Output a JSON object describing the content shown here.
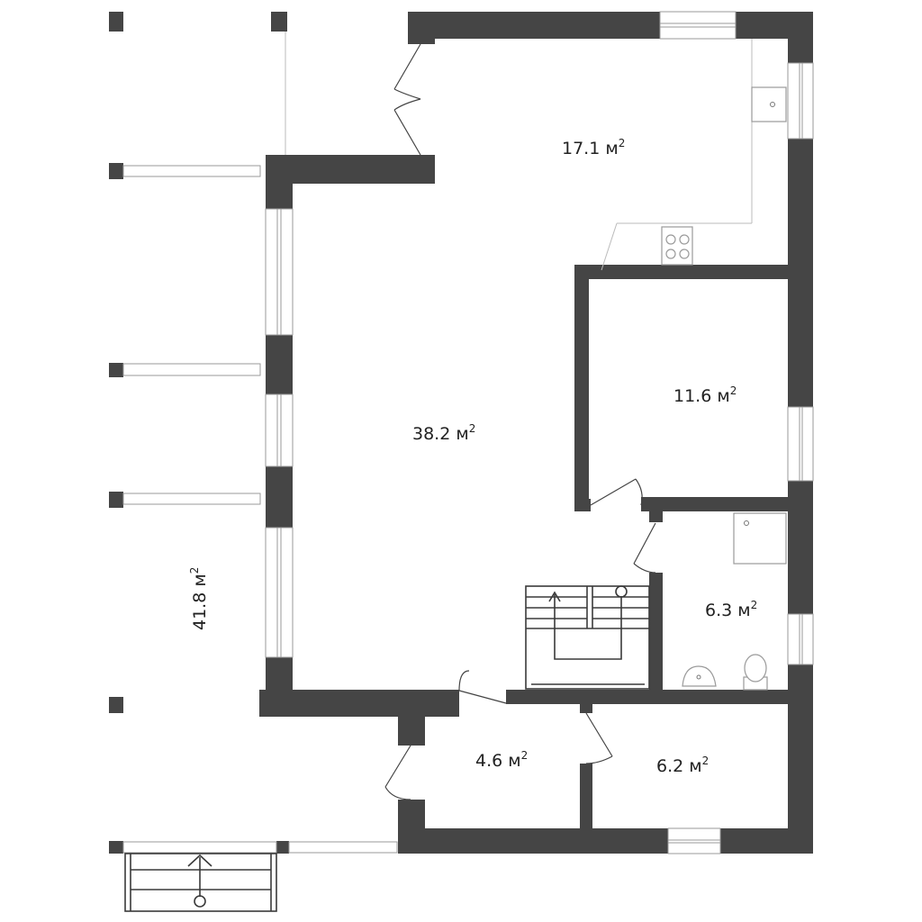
{
  "rooms": [
    {
      "id": "kitchen",
      "area": "17.1",
      "unit": "м"
    },
    {
      "id": "living",
      "area": "38.2",
      "unit": "м"
    },
    {
      "id": "bedroom",
      "area": "11.6",
      "unit": "м"
    },
    {
      "id": "bathroom",
      "area": "6.3",
      "unit": "м"
    },
    {
      "id": "hall",
      "area": "4.6",
      "unit": "м"
    },
    {
      "id": "storage",
      "area": "6.2",
      "unit": "м"
    },
    {
      "id": "terrace",
      "area": "41.8",
      "unit": "м"
    }
  ],
  "superscript": "2",
  "colors": {
    "wall": "#454545",
    "window": "#9a9a9a"
  }
}
